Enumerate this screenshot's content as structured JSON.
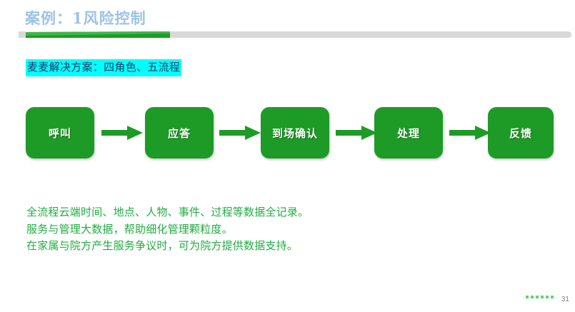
{
  "slide": {
    "title": "案例：1风险控制",
    "title_color": "#9DC3E6",
    "subtitle": "麦麦解决方案：四角色、五流程",
    "subtitle_highlight_color": "#00FFFF",
    "subtitle_text_color": "#1F3864",
    "accent_green": "#1D9B26",
    "rule_gray": "#D9D9D9"
  },
  "flow": {
    "steps": [
      {
        "label": "呼叫"
      },
      {
        "label": "应答"
      },
      {
        "label": "到场确认"
      },
      {
        "label": "处理"
      },
      {
        "label": "反馈"
      }
    ]
  },
  "body": {
    "lines": [
      "全流程云端时间、地点、人物、事件、过程等数据全记录。",
      "服务与管理大数据，帮助细化管理颗粒度。",
      "在家属与院方产生服务争议时，可为院方提供数据支持。"
    ],
    "text_color": "#22AC41"
  },
  "footer": {
    "page_number": "31",
    "dot_count": 6,
    "dot_color": "#5ED66B"
  }
}
